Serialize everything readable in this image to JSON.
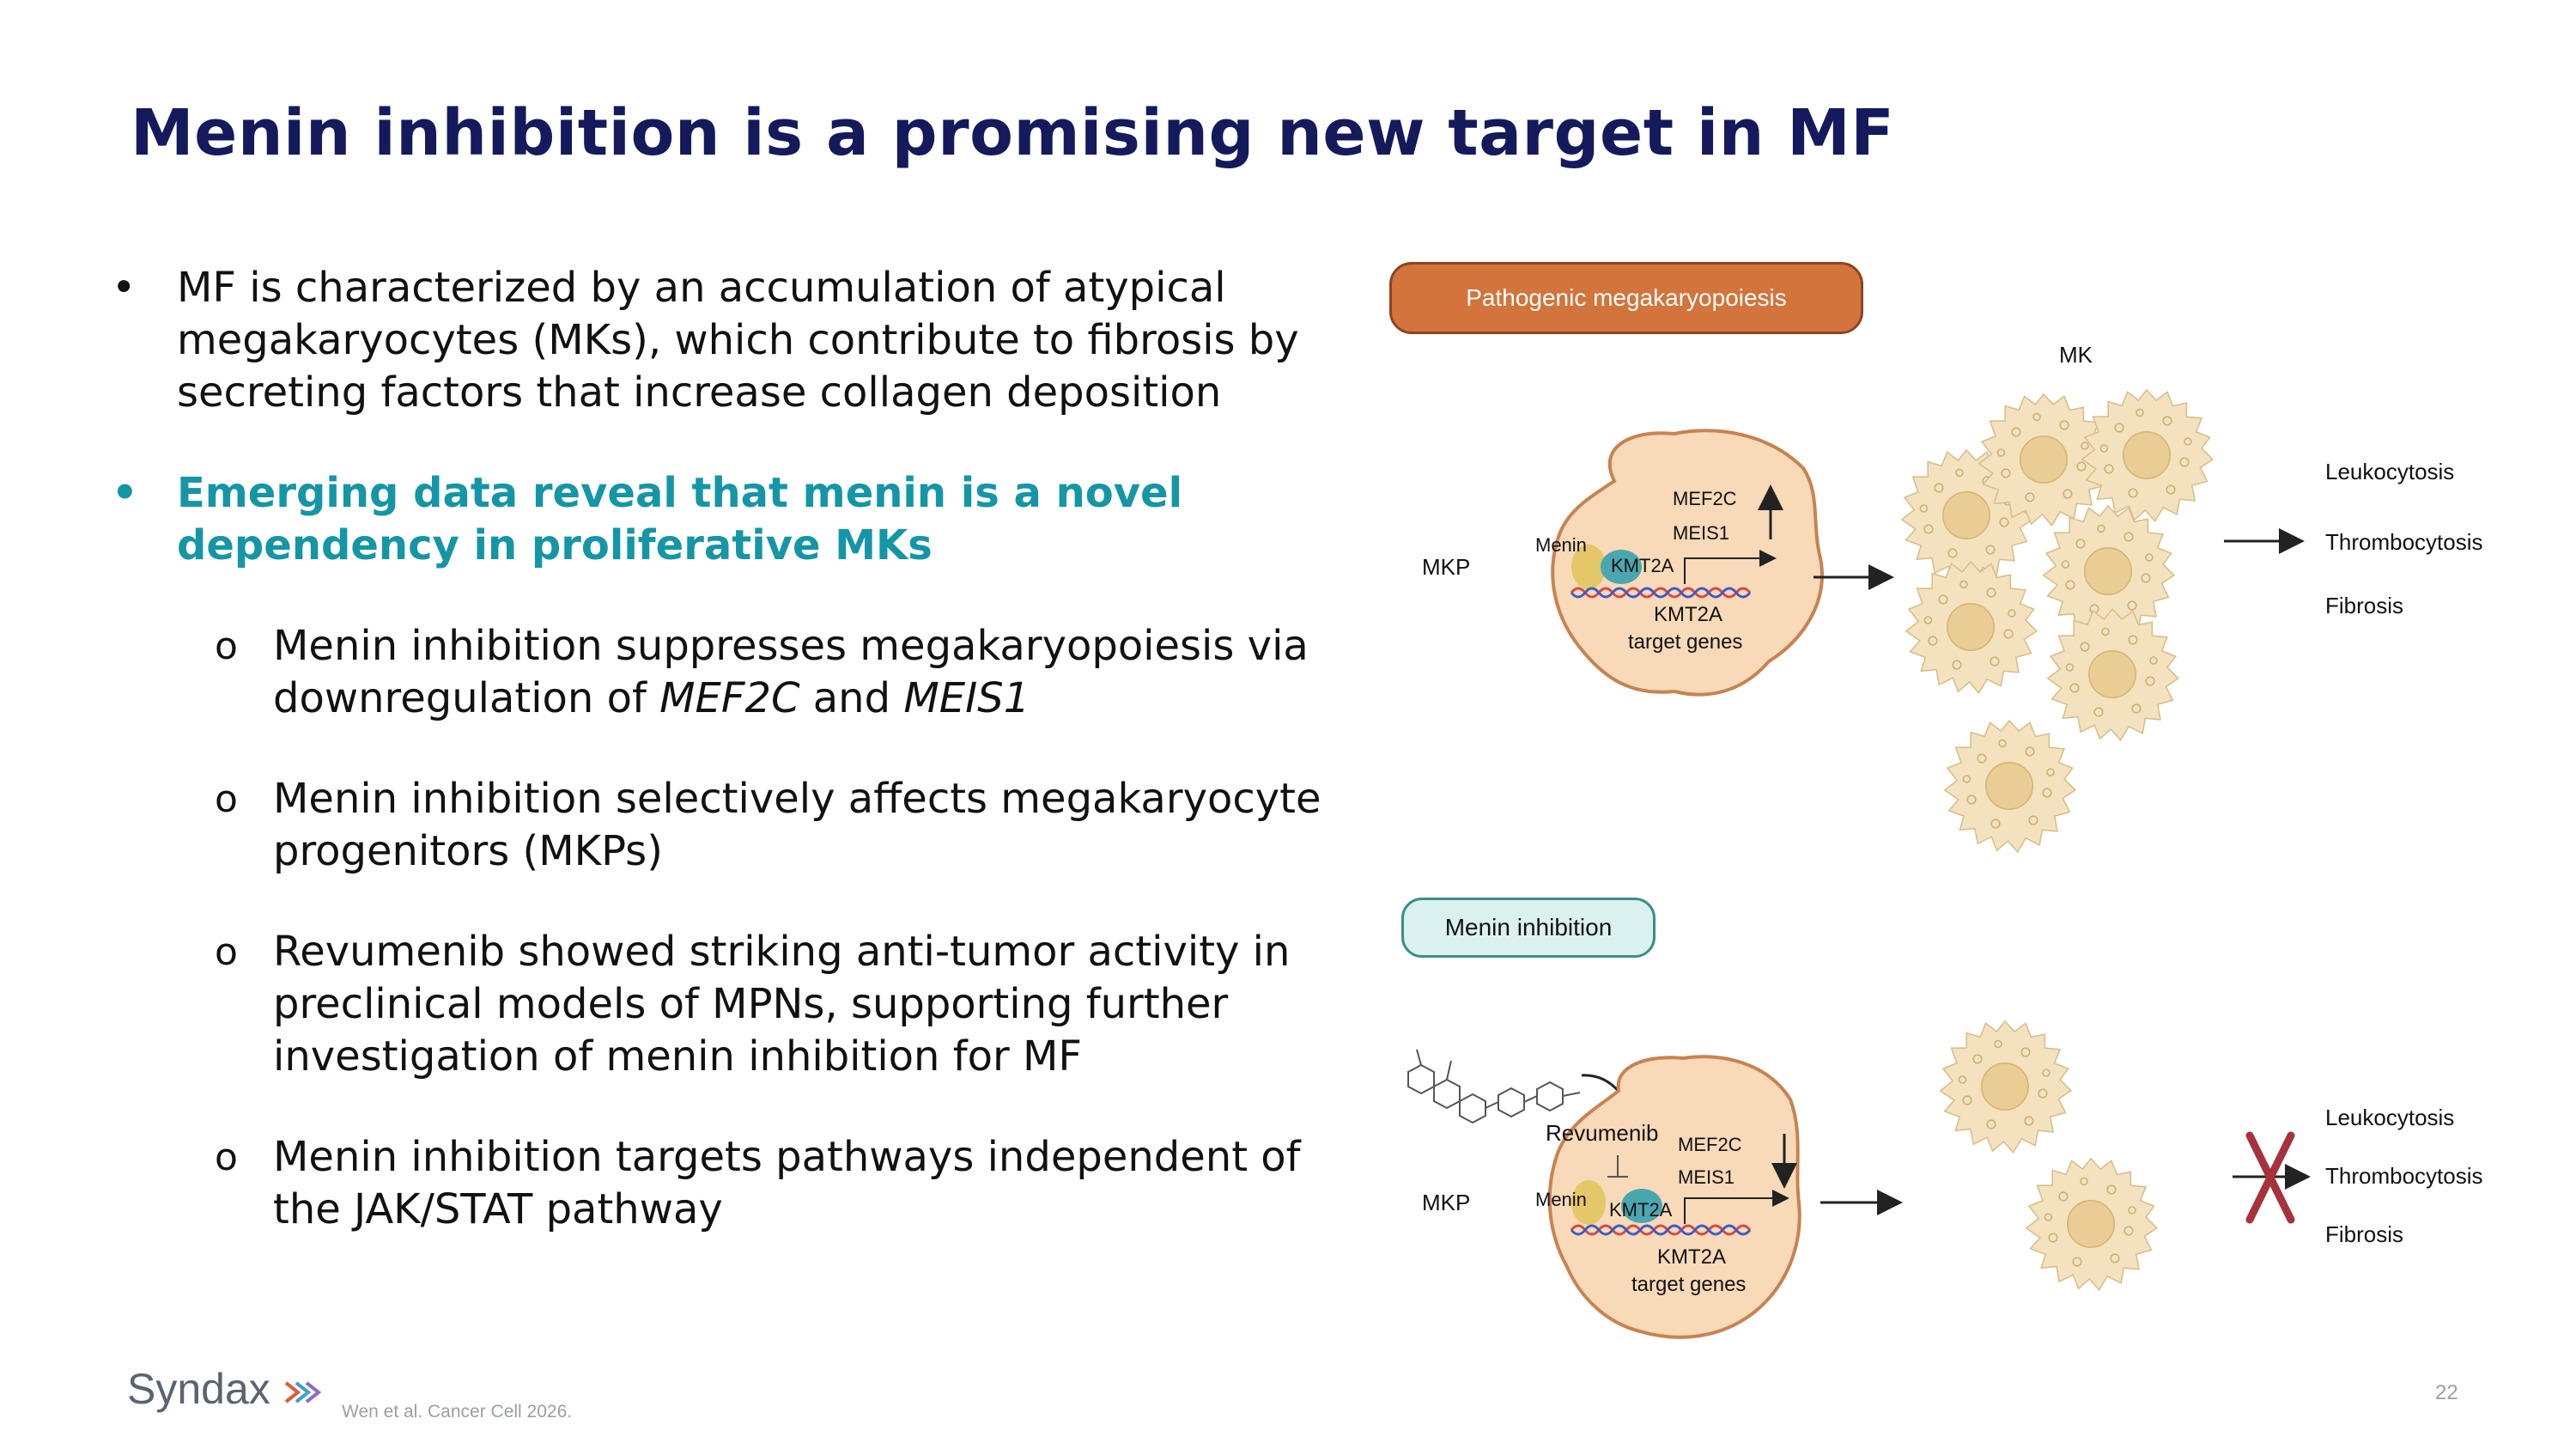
{
  "slide": {
    "title": "Menin inhibition is a promising new target in MF",
    "bullets": [
      {
        "marker": "•",
        "text": "MF is characterized by an accumulation of atypical megakaryocytes (MKs), which contribute to fibrosis by secreting factors that increase collagen deposition"
      },
      {
        "marker": "•",
        "text": "Emerging data reveal that menin is a novel dependency in proliferative MKs"
      }
    ],
    "sub_bullets": [
      {
        "marker": "o",
        "pre": "Menin inhibition suppresses megakaryopoiesis via downregulation of ",
        "em1": "MEF2C",
        "mid": " and ",
        "em2": "MEIS1"
      },
      {
        "marker": "o",
        "text": "Menin inhibition selectively affects megakaryocyte progenitors (MKPs)"
      },
      {
        "marker": "o",
        "text": "Revumenib showed striking anti-tumor activity in preclinical models of MPNs, supporting further investigation of menin inhibition for MF"
      },
      {
        "marker": "o",
        "text": "Menin inhibition targets pathways independent of the JAK/STAT pathway"
      }
    ]
  },
  "figure": {
    "top_panel": {
      "label": "Pathogenic megakaryopoiesis",
      "mk_label": "MK",
      "mkp_label": "MKP",
      "cell": {
        "menin": "Menin",
        "kmt2a": "KMT2A",
        "mef2c": "MEF2C",
        "meis1": "MEIS1",
        "target_line1": "KMT2A",
        "target_line2": "target genes"
      },
      "outcomes": [
        "Leukocytosis",
        "Thrombocytosis",
        "Fibrosis"
      ]
    },
    "bottom_panel": {
      "label": "Menin inhibition",
      "mkp_label": "MKP",
      "drug": "Revumenib",
      "cell": {
        "menin": "Menin",
        "kmt2a": "KMT2A",
        "mef2c": "MEF2C",
        "meis1": "MEIS1",
        "target_line1": "KMT2A",
        "target_line2": "target genes"
      },
      "outcomes": [
        "Leukocytosis",
        "Thrombocytosis",
        "Fibrosis"
      ]
    },
    "colors": {
      "pill_orange": "#d3743c",
      "pill_teal": "#dbf1ef",
      "cell_fill": "#f8d9b8",
      "mk_fill": "#f3e2bd",
      "block_red": "#a8323c"
    }
  },
  "footer": {
    "logo": "Syndax",
    "citation": "Wen et al. Cancer Cell 2026.",
    "page_number": "22"
  }
}
